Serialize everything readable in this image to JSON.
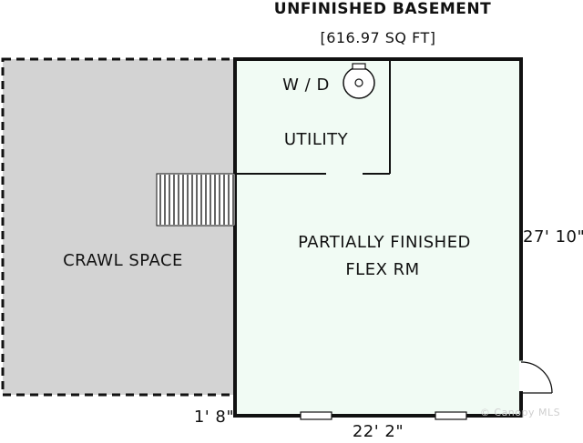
{
  "title": "UNFINISHED BASEMENT",
  "area": "[616.97 SQ FT]",
  "rooms": {
    "washer_dryer": "W / D",
    "utility": "UTILITY",
    "flex_line1": "PARTIALLY FINISHED",
    "flex_line2": "FLEX RM",
    "crawl_space": "CRAWL SPACE"
  },
  "dimensions": {
    "height": "27' 10\"",
    "width": "22' 2\"",
    "offset": "1' 8\""
  },
  "watermark": "© Canopy MLS",
  "colors": {
    "wall": "#111111",
    "crawl_fill": "#d3d3d3",
    "room_fill": "#f1fbf4",
    "stairs": "#111111"
  }
}
